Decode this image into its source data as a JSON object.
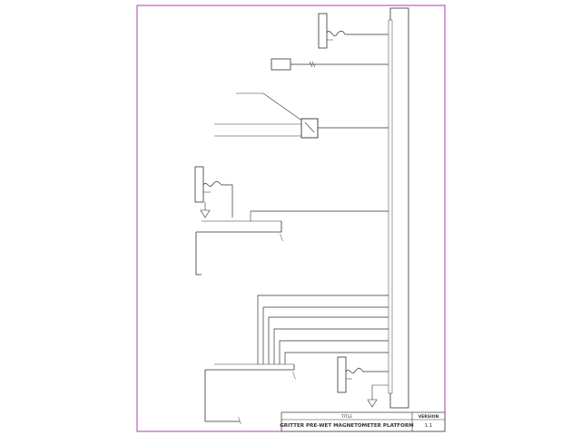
{
  "title_block": {
    "title_label": "TITLE",
    "title": "GRITTER PRE-WET MAGNETOMETER PLATFORM",
    "version_label": "VERSION",
    "version": "1.1"
  },
  "components": {
    "controller": {
      "label": ""
    },
    "top_connector": {
      "label": ""
    },
    "small_box": {
      "label": ""
    },
    "switch_relay": {
      "label": ""
    },
    "mid_connector": {
      "label": ""
    },
    "lower_module": {
      "label": ""
    },
    "bottom_connector": {
      "label": ""
    },
    "bottom_module": {
      "label": ""
    }
  },
  "colors": {
    "frame": "#b03ab0",
    "line": "#333333"
  }
}
